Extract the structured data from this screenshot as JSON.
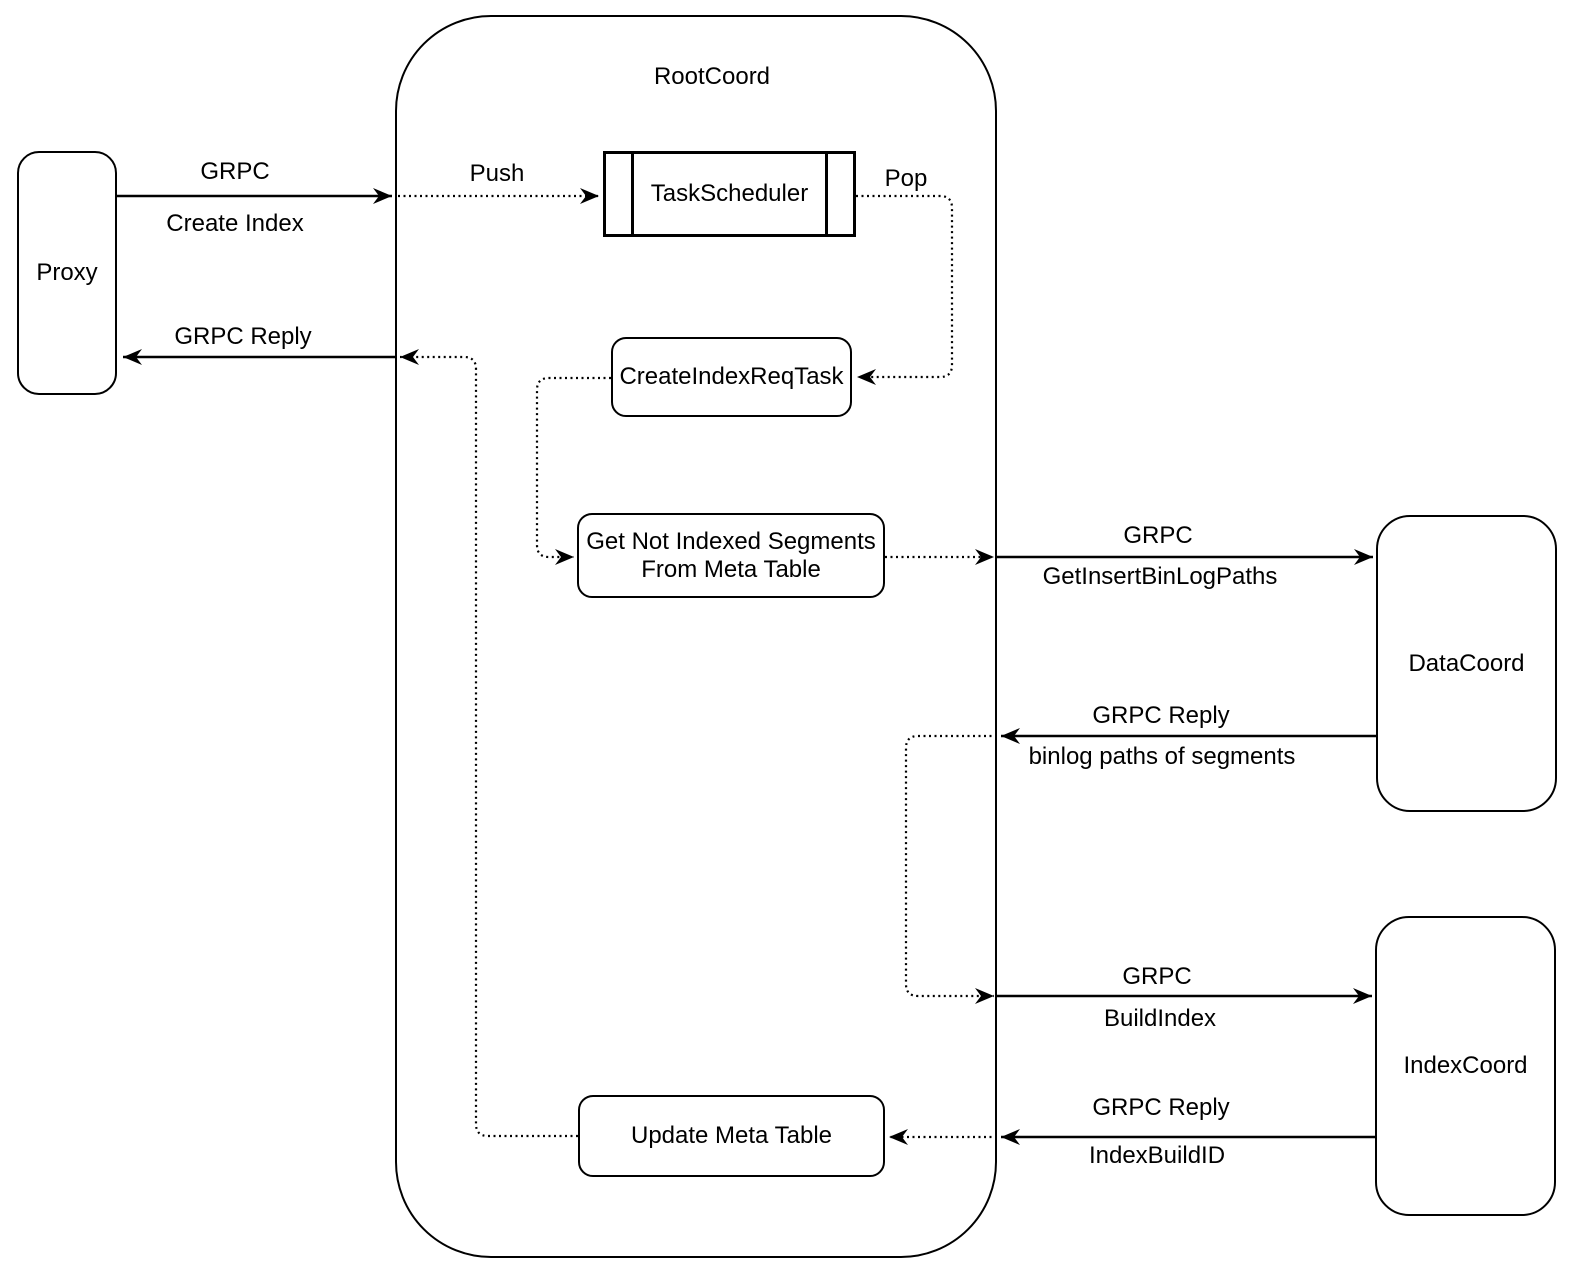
{
  "diagram": {
    "background_color": "#ffffff",
    "stroke_color": "#000000",
    "nodes": {
      "proxy": {
        "label": "Proxy"
      },
      "rootcoord": {
        "label": "RootCoord"
      },
      "task_scheduler": {
        "label": "TaskScheduler"
      },
      "create_index_req_task": {
        "label": "CreateIndexReqTask"
      },
      "get_not_indexed": {
        "label_line1": "Get Not Indexed Segments",
        "label_line2": "From Meta Table"
      },
      "update_meta_table": {
        "label": "Update Meta Table"
      },
      "datacoord": {
        "label": "DataCoord"
      },
      "indexcoord": {
        "label": "IndexCoord"
      }
    },
    "edges": {
      "create_index": {
        "from": "Proxy",
        "to": "RootCoord",
        "line1": "GRPC",
        "line2": "Create Index"
      },
      "grpc_reply_proxy": {
        "from": "RootCoord",
        "to": "Proxy",
        "line1": "GRPC Reply",
        "line2": ""
      },
      "push": {
        "from": "RootCoord boundary",
        "to": "TaskScheduler",
        "line1": "Push",
        "line2": ""
      },
      "pop": {
        "from": "TaskScheduler",
        "to": "CreateIndexReqTask",
        "line1": "Pop",
        "line2": ""
      },
      "get_insert_binlog": {
        "from": "RootCoord",
        "to": "DataCoord",
        "line1": "GRPC",
        "line2": "GetInsertBinLogPaths"
      },
      "binlog_reply": {
        "from": "DataCoord",
        "to": "RootCoord",
        "line1": "GRPC Reply",
        "line2": "binlog paths of segments"
      },
      "build_index": {
        "from": "RootCoord",
        "to": "IndexCoord",
        "line1": "GRPC",
        "line2": "BuildIndex"
      },
      "index_build_reply": {
        "from": "IndexCoord",
        "to": "RootCoord",
        "line1": "GRPC Reply",
        "line2": "IndexBuildID"
      }
    }
  }
}
